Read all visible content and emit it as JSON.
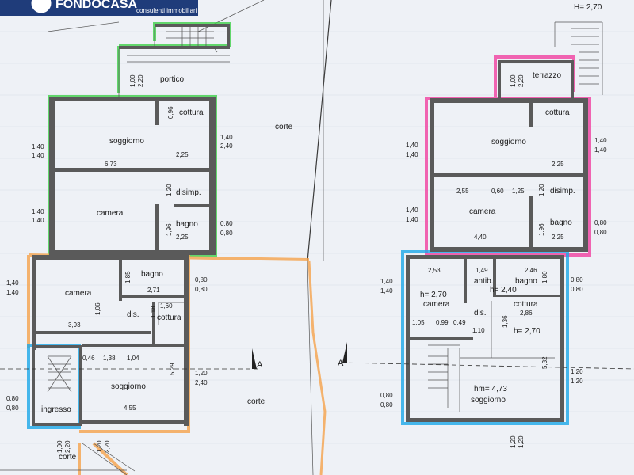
{
  "logo": {
    "name": "FONDOCASA",
    "tagline": "consulenti immobiliari"
  },
  "header_height": "H= 2,70",
  "section_marker": "A",
  "colors": {
    "green": "#3fd14a",
    "orange": "#f5a24b",
    "blue": "#1aa7e8",
    "pink": "#f040a0",
    "wall": "#5a5a5a",
    "line": "#3a3a3a"
  },
  "left_plan": {
    "rooms": [
      "portico",
      "cottura",
      "soggiorno",
      "disimp.",
      "camera",
      "bagno",
      "camera",
      "bagno",
      "dis.",
      "cottura",
      "soggiorno",
      "ingresso",
      "corte",
      "corte",
      "corte"
    ],
    "dims": [
      "1,00",
      "2,20",
      "0,96",
      "1,40",
      "2,40",
      "1,40",
      "1,40",
      "6,73",
      "2,25",
      "1,20",
      "1,40",
      "1,40",
      "1,96",
      "2,25",
      "0,80",
      "0,80",
      "1,85",
      "2,71",
      "0,80",
      "0,80",
      "1,40",
      "1,40",
      "1,06",
      "1,18",
      "1,60",
      "3,93",
      "0,46",
      "1,38",
      "1,04",
      "5,29",
      "1,20",
      "2,40",
      "0,80",
      "0,80",
      "4,55",
      "1,00",
      "2,20",
      "1,20",
      "2,20"
    ]
  },
  "right_plan": {
    "rooms": [
      "terrazzo",
      "cottura",
      "soggiorno",
      "disimp.",
      "camera",
      "bagno",
      "antib.",
      "bagno",
      "h= 2,40",
      "h= 2,70",
      "camera",
      "cottura",
      "dis.",
      "h= 2,70",
      "hm= 4,73",
      "soggiorno"
    ],
    "dims": [
      "1,00",
      "2,20",
      "1,40",
      "1,40",
      "1,40",
      "1,40",
      "2,25",
      "2,55",
      "0,60",
      "1,25",
      "1,20",
      "1,40",
      "1,40",
      "1,96",
      "0,80",
      "0,80",
      "4,40",
      "2,25",
      "2,53",
      "1,49",
      "2,46",
      "1,80",
      "1,40",
      "1,40",
      "0,80",
      "0,80",
      "2,86",
      "1,05",
      "0,99",
      "0,49",
      "1,10",
      "1,36",
      "5,32",
      "1,20",
      "1,20",
      "0,80",
      "0,80",
      "1,20",
      "1,20"
    ]
  }
}
